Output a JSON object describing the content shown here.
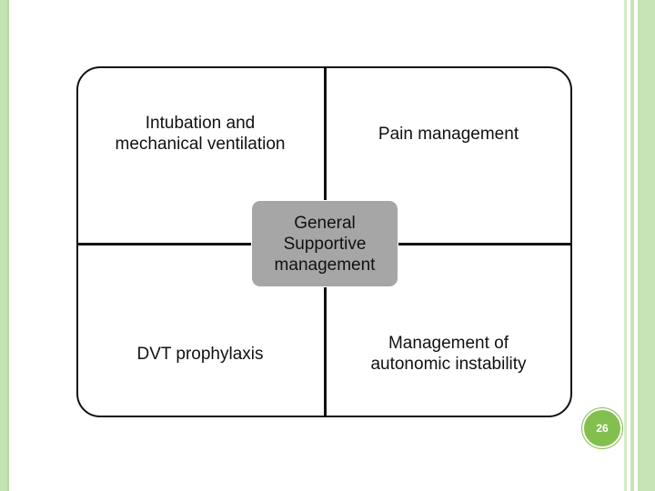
{
  "diagram": {
    "center_label": "General\nSupportive\nmanagement",
    "top_left": "Intubation and\nmechanical ventilation",
    "top_right": "Pain management",
    "bottom_left": "DVT  prophylaxis",
    "bottom_right": "Management of\nautonomic instability"
  },
  "slide": {
    "page_number": "26"
  },
  "colors": {
    "accent_green": "#83bf4f",
    "side_bar_green": "#c6e3b5",
    "center_box_gray": "#a6a6a6"
  }
}
